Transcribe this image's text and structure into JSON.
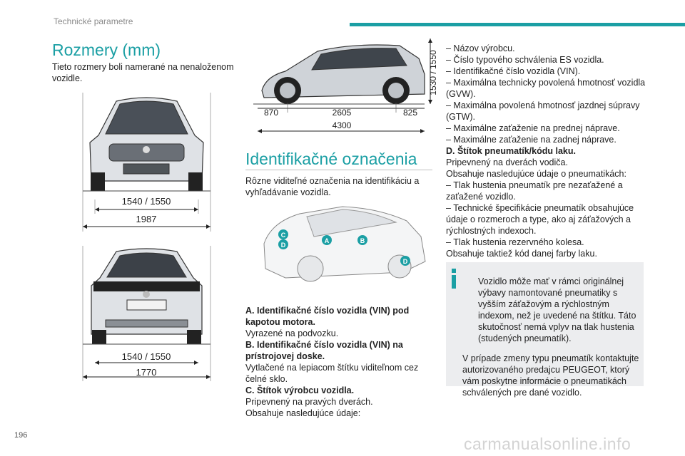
{
  "header": {
    "running_title": "Technické parametre"
  },
  "footer": {
    "page_number": "196",
    "watermark": "carmanualsonline.info"
  },
  "dimensions": {
    "title": "Rozmery (mm)",
    "intro": "Tieto rozmery boli namerané na nenaloženom vozidle.",
    "front_view": {
      "track": "1540 / 1550",
      "width": "1987"
    },
    "rear_view": {
      "track": "1540 / 1550",
      "width": "1770"
    },
    "side_view": {
      "height": "1530 / 1550",
      "front_overhang": "870",
      "wheelbase": "2605",
      "rear_overhang": "825",
      "length": "4300"
    }
  },
  "identification": {
    "title": "Identifikačné označenia",
    "intro": "Rôzne viditeľné označenia na identifikáciu a vyhľadávanie vozidla.",
    "markers": [
      "C",
      "D",
      "A",
      "B",
      "D"
    ],
    "items": [
      {
        "heading": "A. Identifikačné číslo vozidla (VIN) pod kapotou motora.",
        "text": "Vyrazené na podvozku."
      },
      {
        "heading": "B. Identifikačné číslo vozidla (VIN) na prístrojovej doske.",
        "text": "Vytlačené na lepiacom štítku viditeľnom cez čelné sklo."
      },
      {
        "heading": "C. Štítok výrobcu vozidla.",
        "text": "Pripevnený na pravých dverách.\nObsahuje nasledujúce údaje:"
      }
    ]
  },
  "right_column": {
    "lines": [
      "– Názov výrobcu.",
      "– Číslo typového schválenia ES vozidla.",
      "– Identifikačné číslo vozidla (VIN).",
      "– Maximálna technicky povolená hmotnosť vozidla (GVW).",
      "– Maximálna povolená hmotnosť jazdnej súpravy (GTW).",
      "– Maximálne zaťaženie na prednej náprave.",
      "– Maximálne zaťaženie na zadnej náprave."
    ],
    "d_heading": "D. Štítok pneumatík/kódu laku.",
    "d_lines": [
      "Pripevnený na dverách vodiča.",
      "Obsahuje nasledujúce údaje o pneumatikách:",
      "– Tlak hustenia pneumatík pre nezaťažené a zaťažené vozidlo.",
      "– Technické špecifikácie pneumatík obsahujúce údaje o rozmeroch a type, ako aj záťažových a rýchlostných indexoch.",
      "– Tlak hustenia rezervného kolesa.",
      "Obsahuje taktiež kód danej farby laku."
    ],
    "note": {
      "icon": "info-icon",
      "first": "Vozidlo môže mať v rámci originálnej výbavy namontované pneumatiky s vyšším záťažovým a rýchlostným indexom, než je uvedené na štítku. Táto skutočnosť nemá vplyv na tlak hustenia (studených pneumatík).",
      "second": "V prípade zmeny typu pneumatík kontaktujte autorizovaného predajcu PEUGEOT, ktorý vám poskytne informácie o pneumatikách schválených pre dané vozidlo."
    }
  },
  "colors": {
    "accent": "#1b9fa4",
    "marker": "#1b9fa4",
    "note_bg": "#ecedef"
  }
}
